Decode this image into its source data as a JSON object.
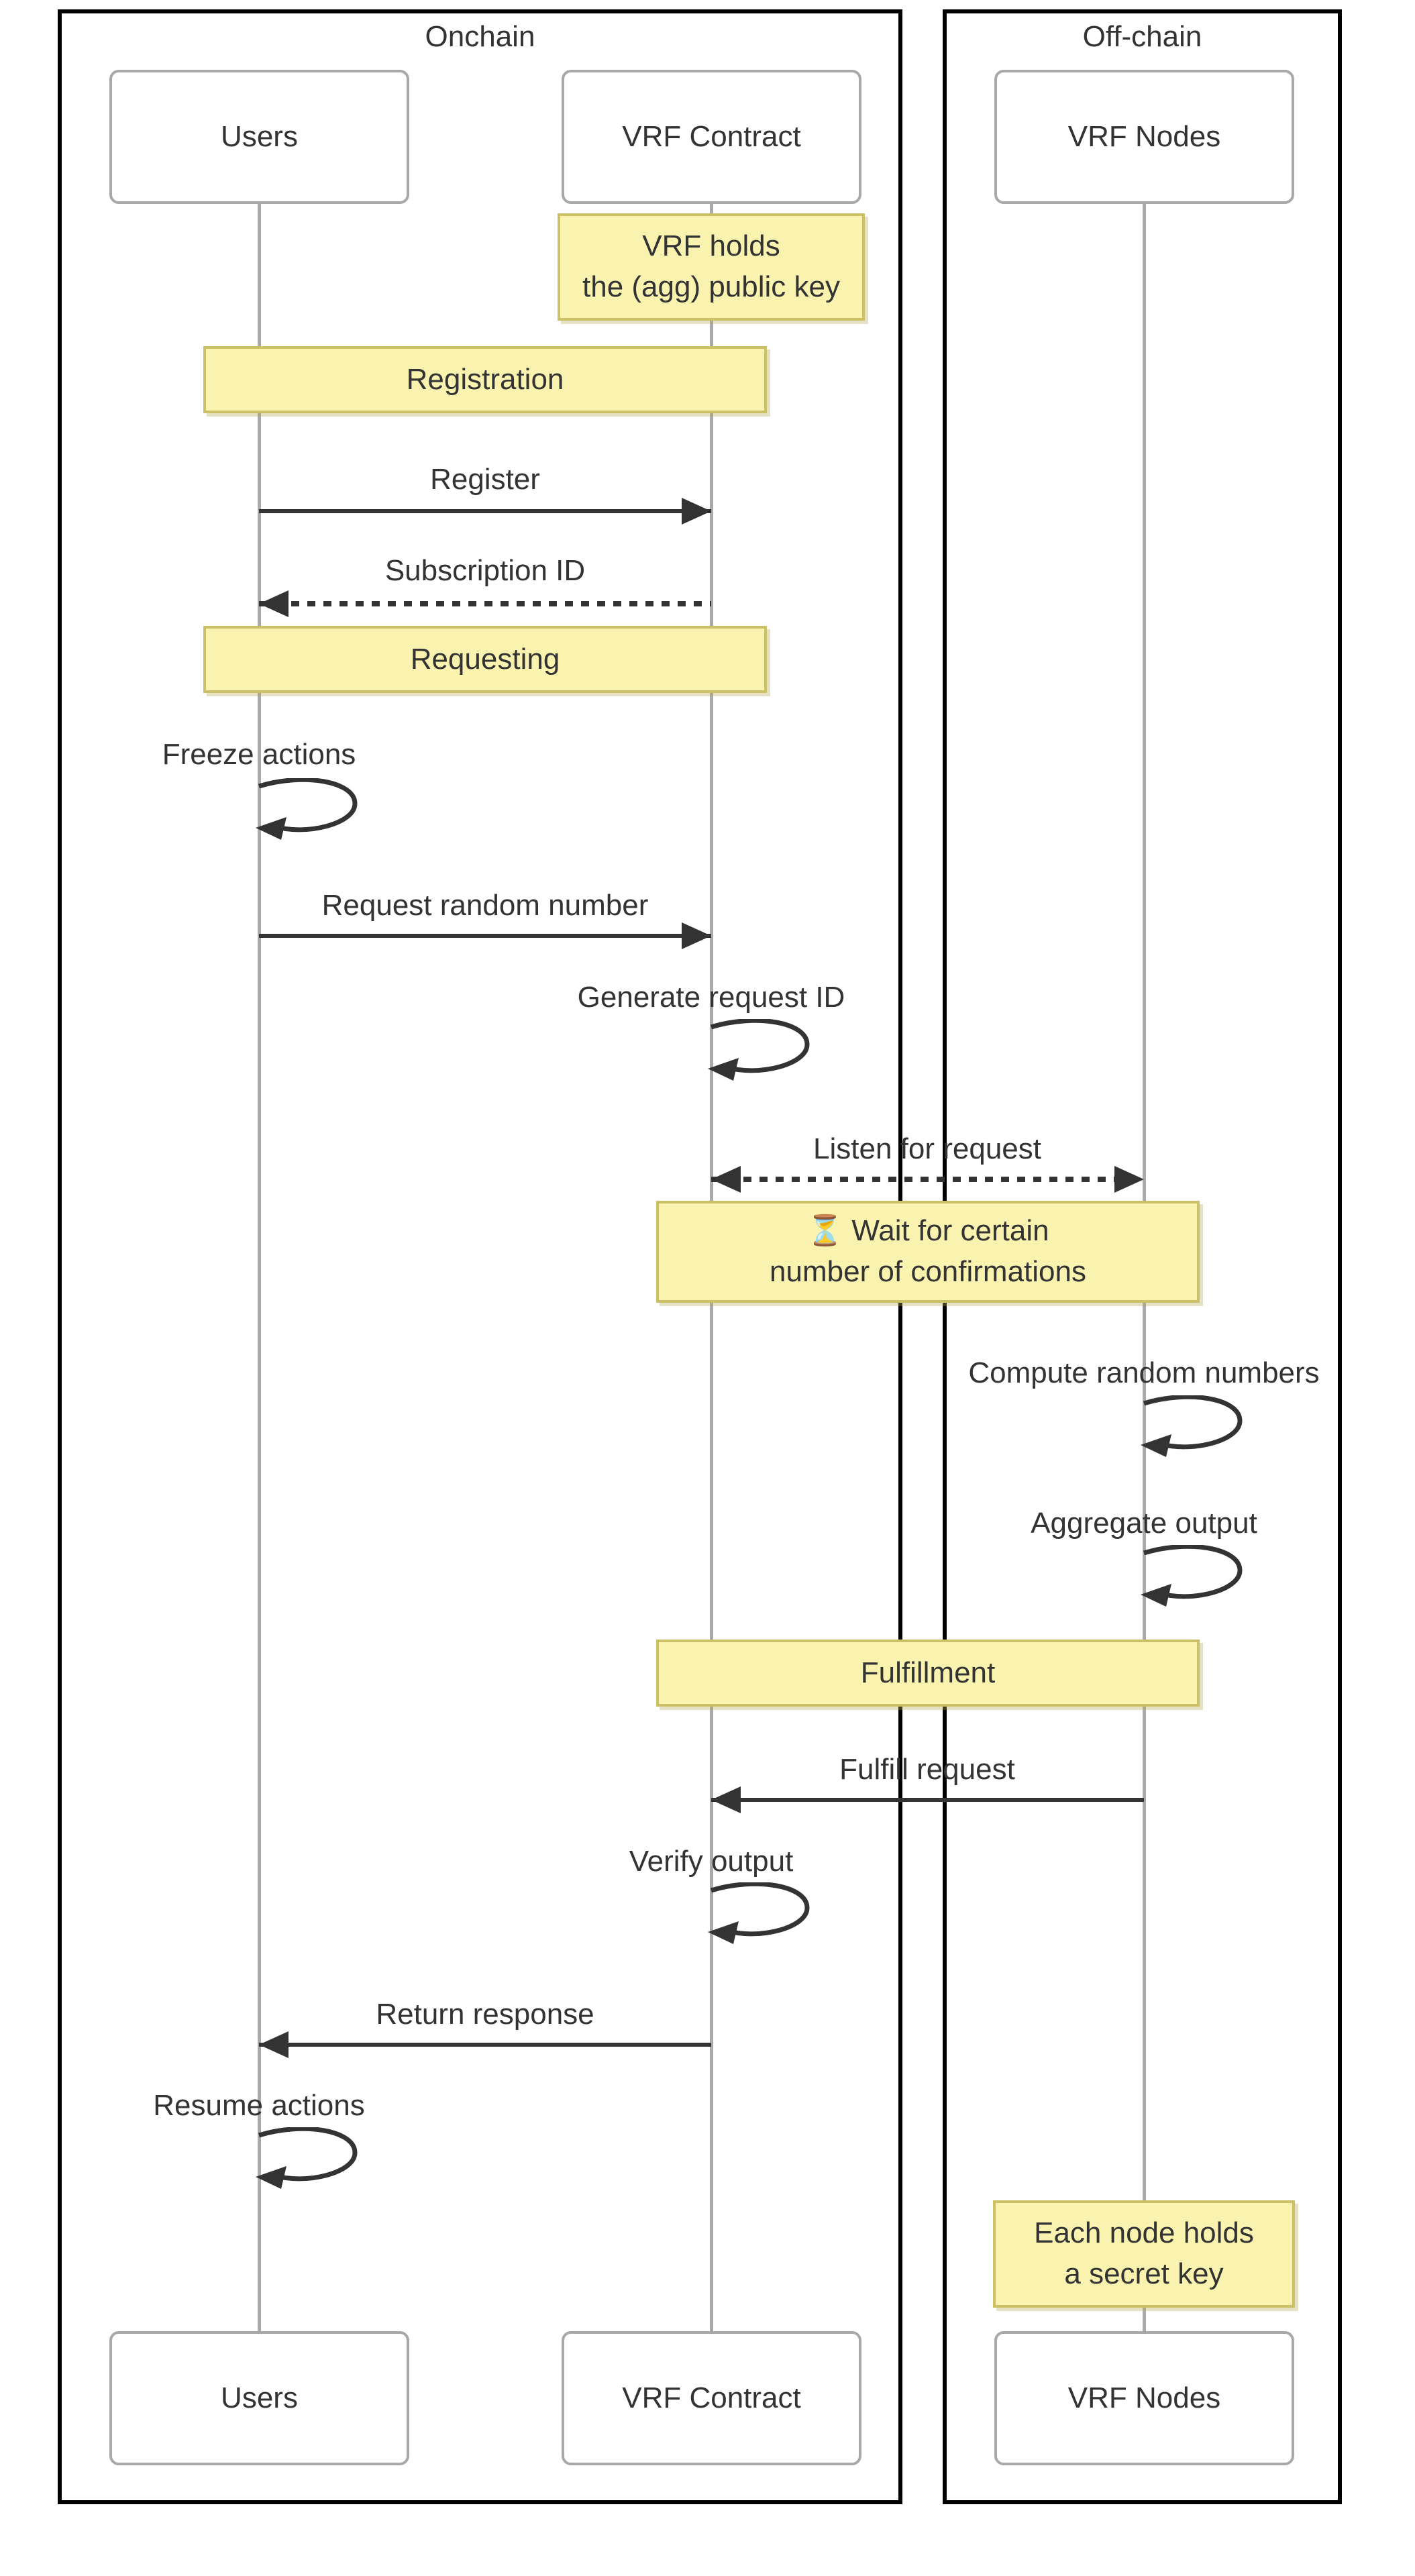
{
  "groups": {
    "onchain": {
      "label": "Onchain"
    },
    "offchain": {
      "label": "Off-chain"
    }
  },
  "participants": {
    "users": {
      "label": "Users"
    },
    "contract": {
      "label": "VRF Contract"
    },
    "nodes": {
      "label": "VRF Nodes"
    }
  },
  "notes": {
    "vrf_holds": {
      "line1": "VRF holds",
      "line2": "the (agg) public key"
    },
    "registration": {
      "label": "Registration"
    },
    "requesting": {
      "label": "Requesting"
    },
    "wait": {
      "line1": "⏳ Wait for certain",
      "line2": "number of confirmations"
    },
    "fulfillment": {
      "label": "Fulfillment"
    },
    "secret": {
      "line1": "Each node holds",
      "line2": "a secret key"
    }
  },
  "messages": {
    "register": {
      "label": "Register"
    },
    "subscription_id": {
      "label": "Subscription ID"
    },
    "freeze": {
      "label": "Freeze actions"
    },
    "request_random": {
      "label": "Request random number"
    },
    "generate_id": {
      "label": "Generate request ID"
    },
    "listen": {
      "label": "Listen for request"
    },
    "compute": {
      "label": "Compute random numbers"
    },
    "aggregate": {
      "label": "Aggregate output"
    },
    "fulfill": {
      "label": "Fulfill request"
    },
    "verify": {
      "label": "Verify output"
    },
    "return_response": {
      "label": "Return response"
    },
    "resume": {
      "label": "Resume actions"
    }
  },
  "colors": {
    "note_fill": "#FAF3AF",
    "note_border": "#CCC166",
    "frame_border": "#000000",
    "actor_border": "#A8A8A8",
    "lifeline": "#AAAAAA",
    "ink": "#333333"
  }
}
